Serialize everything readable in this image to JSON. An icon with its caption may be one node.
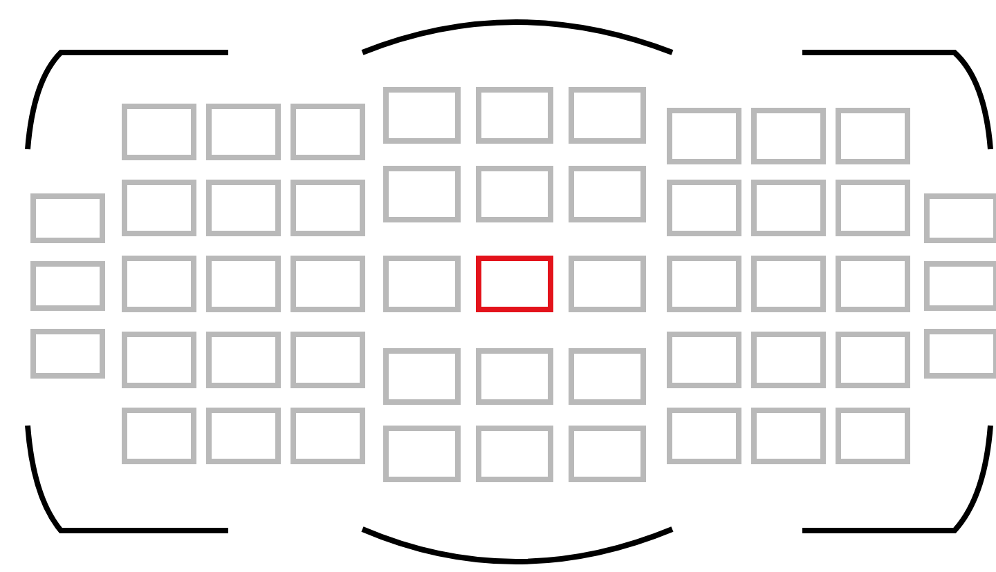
{
  "diagram": {
    "nodes": [
      {
        "text": [],
        "shape": "box"
      },
      {
        "text": [],
        "shape": "box"
      },
      {
        "text": [],
        "shape": "box"
      },
      {
        "text": [],
        "shape": "box"
      },
      {
        "text": [],
        "shape": "box"
      },
      {
        "text": [],
        "shape": "box"
      },
      {
        "text": [],
        "shape": "box"
      },
      {
        "text": [],
        "shape": "box"
      },
      {
        "text": [],
        "shape": "box"
      },
      {
        "text": [],
        "shape": "box"
      },
      {
        "text": [],
        "shape": "box"
      },
      {
        "text": [],
        "shape": "box"
      },
      {
        "text": [],
        "shape": "box"
      },
      {
        "text": [],
        "shape": "box"
      },
      {
        "text": [],
        "shape": "box"
      },
      {
        "text": [],
        "shape": "box"
      },
      {
        "text": [],
        "shape": "box"
      },
      {
        "text": [],
        "shape": "box"
      },
      {
        "text": [],
        "shape": "box"
      },
      {
        "text": [],
        "shape": "box"
      },
      {
        "text": [],
        "shape": "box"
      },
      {
        "text": [],
        "shape": "box"
      },
      {
        "text": [],
        "shape": "box"
      },
      {
        "text": [],
        "shape": "box"
      },
      {
        "text": [],
        "shape": "box"
      },
      {
        "text": [],
        "shape": "box"
      },
      {
        "text": [],
        "shape": "box"
      },
      {
        "text": [],
        "shape": "box"
      },
      {
        "text": [],
        "shape": "box"
      },
      {
        "text": [],
        "shape": "box"
      },
      {
        "text": [],
        "shape": "box"
      },
      {
        "text": [],
        "shape": "box"
      },
      {
        "text": [],
        "shape": "box"
      },
      {
        "text": [],
        "shape": "box"
      },
      {
        "text": [],
        "shape": "box"
      },
      {
        "text": [],
        "shape": "box"
      },
      {
        "text": [],
        "shape": "box"
      },
      {
        "text": [],
        "shape": "box"
      },
      {
        "text": [],
        "shape": "box"
      },
      {
        "text": [],
        "shape": "box"
      },
      {
        "text": [],
        "shape": "box"
      },
      {
        "text": [],
        "shape": "box"
      },
      {
        "text": [],
        "shape": "box"
      },
      {
        "text": [],
        "shape": "box"
      },
      {
        "text": [],
        "shape": "box"
      },
      {
        "text": [],
        "shape": "box"
      },
      {
        "text": [],
        "shape": "box"
      },
      {
        "text": [],
        "shape": "box"
      },
      {
        "text": [],
        "shape": "box"
      },
      {
        "text": [],
        "shape": "box"
      },
      {
        "text": [],
        "shape": "box"
      }
    ]
  }
}
